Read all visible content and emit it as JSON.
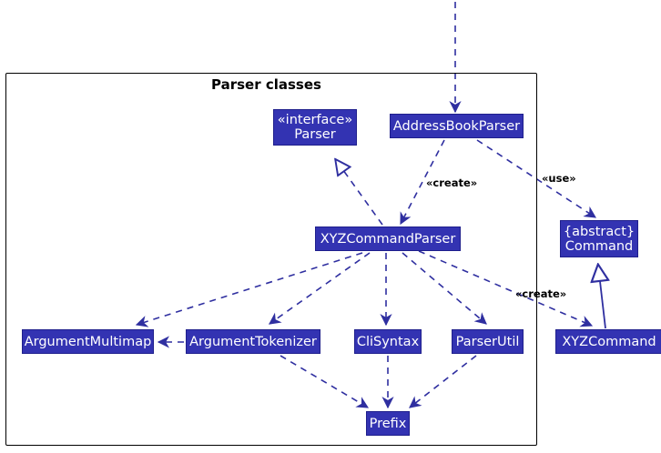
{
  "diagram": {
    "title": "Parser classes",
    "accent_color": "#3333B2",
    "line_color": "#2F2FA0",
    "frame_color": "#000000",
    "text_color": "#FFFFFF"
  },
  "nodes": {
    "parser_interface": {
      "stereotype": "«interface»",
      "name": "Parser"
    },
    "address_book_parser": {
      "name": "AddressBookParser"
    },
    "command": {
      "stereotype": "{abstract}",
      "name": "Command"
    },
    "xyz_command_parser": {
      "name": "XYZCommandParser"
    },
    "argument_multimap": {
      "name": "ArgumentMultimap"
    },
    "argument_tokenizer": {
      "name": "ArgumentTokenizer"
    },
    "cli_syntax": {
      "name": "CliSyntax"
    },
    "parser_util": {
      "name": "ParserUtil"
    },
    "xyz_command": {
      "name": "XYZCommand"
    },
    "prefix": {
      "name": "Prefix"
    }
  },
  "edge_labels": {
    "create_parser": "«create»",
    "use_command": "«use»",
    "create_command": "«create»"
  }
}
